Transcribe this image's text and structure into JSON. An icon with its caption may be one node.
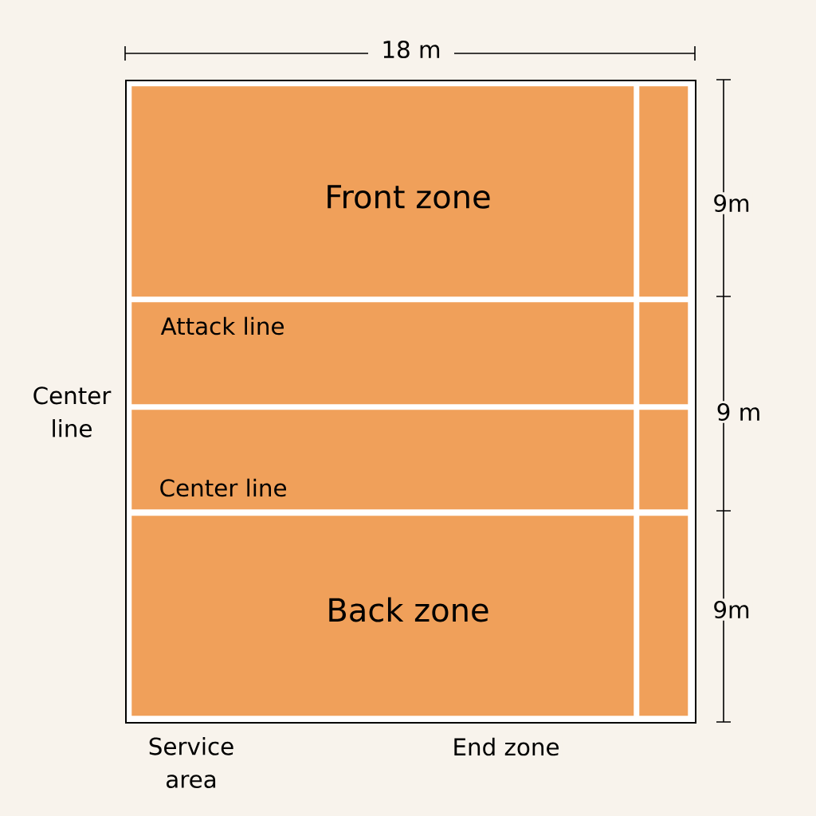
{
  "diagram": {
    "nodes": [
      {
        "text": [],
        "shape": "box"
      },
      {
        "text": [
          "Front zone"
        ],
        "in": 0
      },
      {
        "text": [],
        "shape": "box",
        "in": 0
      },
      {
        "text": [
          "Attack line"
        ],
        "in": 0
      },
      {
        "text": [],
        "shape": "box",
        "in": 0
      },
      {
        "text": [
          "Center line"
        ],
        "in": 0
      },
      {
        "text": [],
        "shape": "box",
        "in": 0
      },
      {
        "text": [
          "Back zone"
        ],
        "in": 0
      },
      {
        "text": [],
        "shape": "box",
        "in": 0
      }
    ],
    "labels": [
      "18 m",
      "9m",
      "Center line",
      "9 m",
      "9m",
      "Service area",
      "End zone"
    ]
  }
}
